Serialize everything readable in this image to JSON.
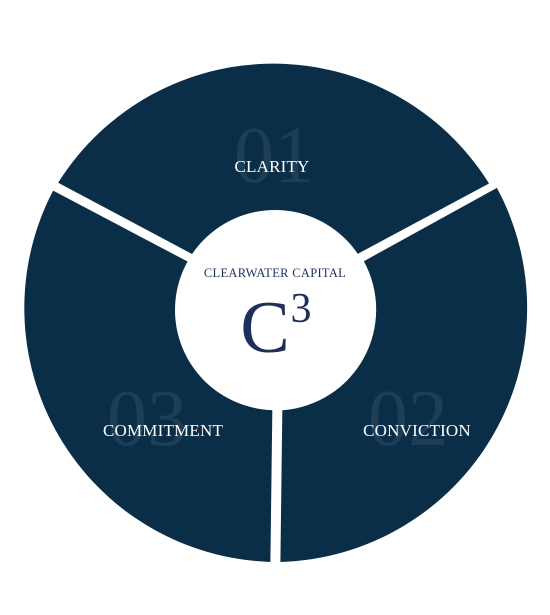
{
  "colors": {
    "segment_fill": "#0b2e48",
    "background": "#ffffff",
    "hub_fill": "#ffffff",
    "hub_text": "#1f2f5c",
    "label_text": "#ffffff"
  },
  "segments": [
    {
      "number": "01",
      "label": "CLARITY"
    },
    {
      "number": "02",
      "label": "CONVICTION"
    },
    {
      "number": "03",
      "label": "COMMITMENT"
    }
  ],
  "hub": {
    "brand": "CLEARWATER CAPITAL",
    "mark": "C",
    "superscript": "3"
  }
}
